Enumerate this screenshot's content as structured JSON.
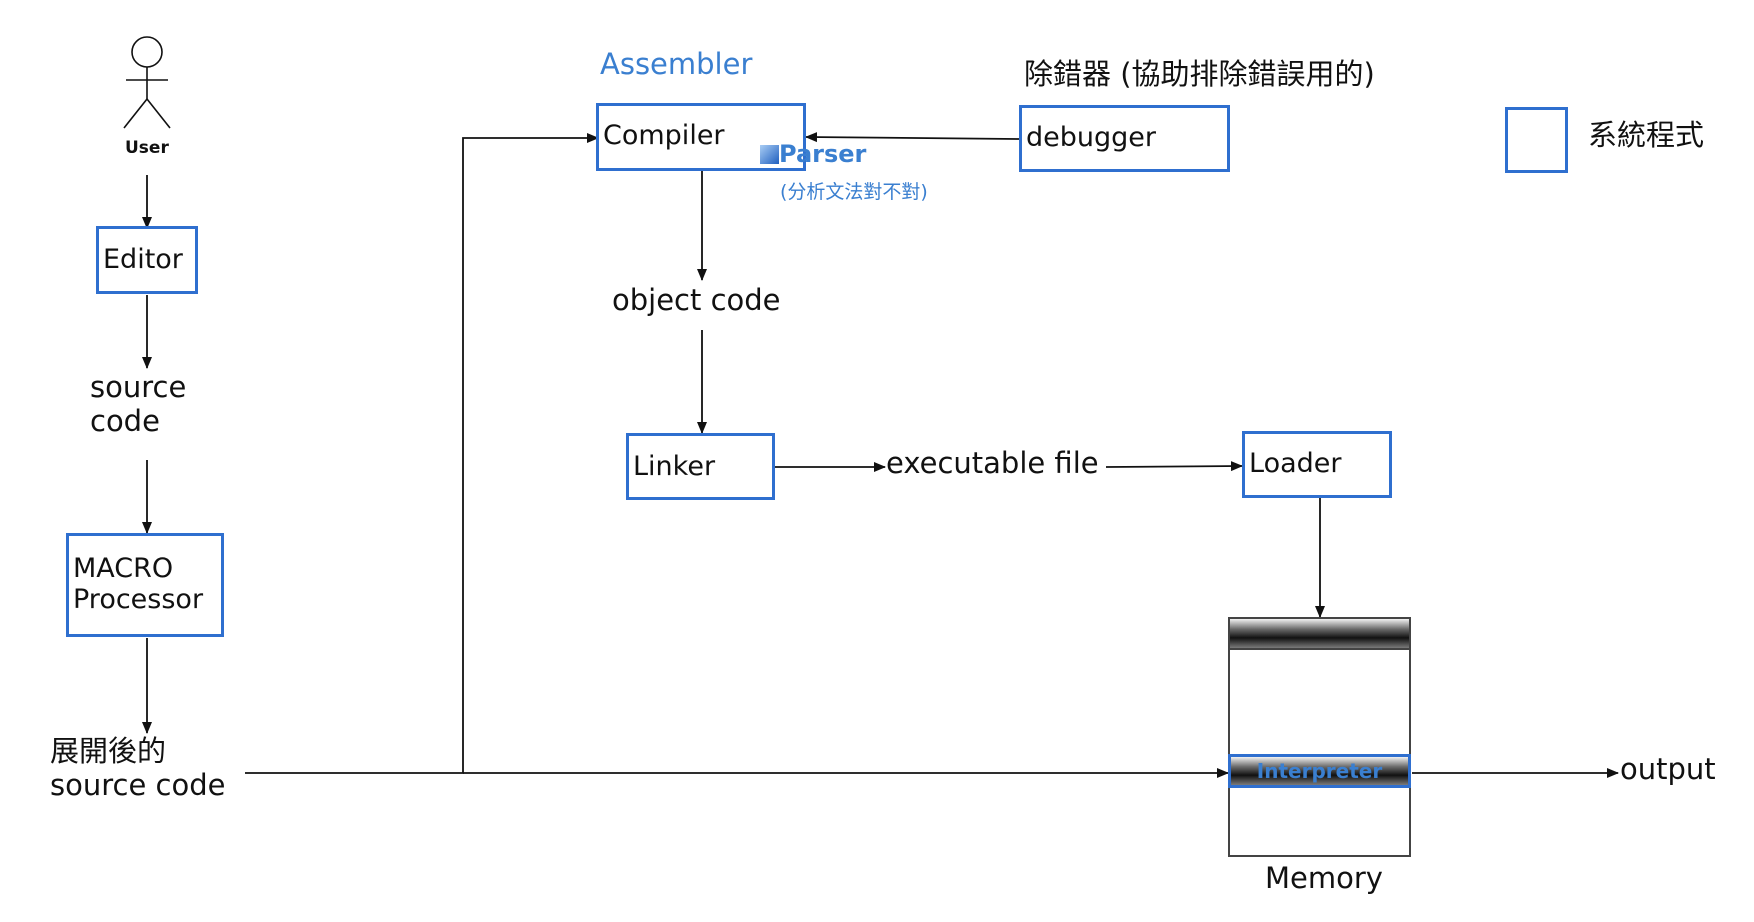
{
  "user": {
    "label": "User"
  },
  "editor": {
    "label": "Editor"
  },
  "source_code": {
    "line1": "source",
    "line2": "code"
  },
  "macro": {
    "line1": "MACRO",
    "line2": "Processor"
  },
  "expanded": {
    "line1": "展開後的",
    "line2": "source code"
  },
  "assembler": {
    "label": "Assembler"
  },
  "compiler": {
    "label": "Compiler"
  },
  "parser": {
    "label": "Parser",
    "note": "(分析文法對不對)"
  },
  "debugger": {
    "title": "除錯器 (協助排除錯誤用的)",
    "label": "debugger"
  },
  "legend": {
    "label": "系統程式"
  },
  "object_code": {
    "label": "object code"
  },
  "linker": {
    "label": "Linker"
  },
  "executable": {
    "label": "executable file"
  },
  "loader": {
    "label": "Loader"
  },
  "memory": {
    "label": "Memory",
    "interpreter_label": "Interpreter"
  },
  "output": {
    "label": "output"
  },
  "colors": {
    "box_border": "#2f6fcf",
    "accent_text": "#3a7fd0",
    "line": "#111111"
  }
}
